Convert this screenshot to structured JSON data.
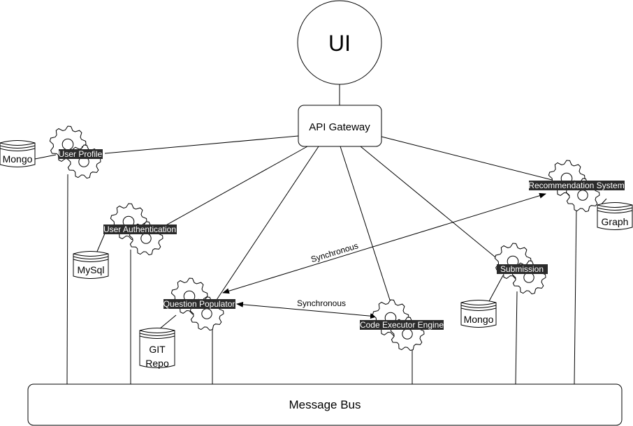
{
  "ui": {
    "label": "UI"
  },
  "gateway": {
    "label": "API Gateway"
  },
  "bus": {
    "label": "Message Bus"
  },
  "services": {
    "user_profile": "User Profile",
    "user_auth": "User Authentication",
    "question_populator": "Question Populator",
    "code_executor": "Code Executor Engine",
    "submission": "Submission",
    "recommendation": "Recommendation System"
  },
  "databases": {
    "profile_db": "Mongo",
    "auth_db": "MySql",
    "repo_db_line1": "GIT",
    "repo_db_line2": "Repo",
    "submission_db": "Mongo",
    "recommendation_db": "Graph"
  },
  "edges": {
    "sync_top": "Synchronous",
    "sync_bottom": "Synchronous"
  },
  "colors": {
    "line": "#000000",
    "label_bg": "#2b2b2b",
    "label_text": "#ffffff"
  }
}
